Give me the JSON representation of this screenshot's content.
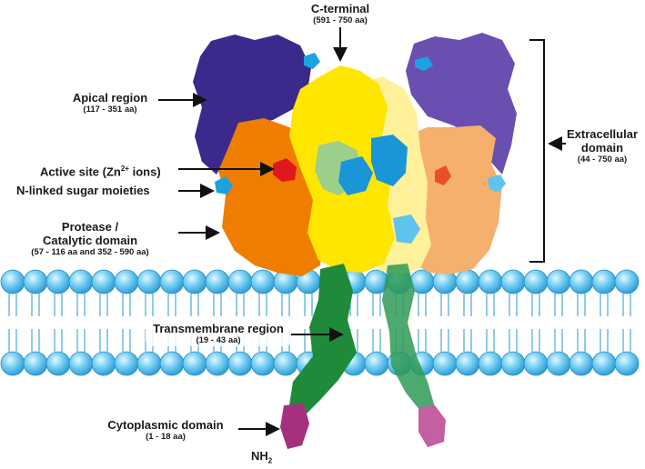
{
  "labels": {
    "c_terminal": {
      "title": "C-terminal",
      "range": "(591 - 750 aa)"
    },
    "apical": {
      "title": "Apical region",
      "range": "(117 - 351 aa)"
    },
    "active_site": {
      "pre": "Active site (Zn",
      "sup": "2+",
      "post": " ions)"
    },
    "n_linked": {
      "title": "N-linked sugar moieties"
    },
    "protease": {
      "line1": "Protease /",
      "line2": "Catalytic domain",
      "range": "(57 - 116 aa and 352 - 590 aa)"
    },
    "transmembrane": {
      "title": "Transmembrane region",
      "range": "(19 - 43 aa)"
    },
    "cytoplasmic": {
      "title": "Cytoplasmic domain",
      "range": "(1 - 18 aa)"
    },
    "extracellular": {
      "line1": "Extracellular",
      "line2": "domain",
      "range": "(44 - 750 aa)"
    },
    "nh2": {
      "base": "NH",
      "sub": "2"
    }
  },
  "colors": {
    "apical_left": "#3b2a8c",
    "apical_right": "#6a4fb0",
    "yellow_left": "#ffe600",
    "yellow_right": "#fff09a",
    "orange_left": "#ef7d00",
    "orange_right": "#f5b06e",
    "active_site": "#e0171f",
    "sugar": "#1aa3e0",
    "transmembrane": "#1f8a3a",
    "cytoplasmic": "#a5307e",
    "lipid_head": "#5fc6f0"
  }
}
